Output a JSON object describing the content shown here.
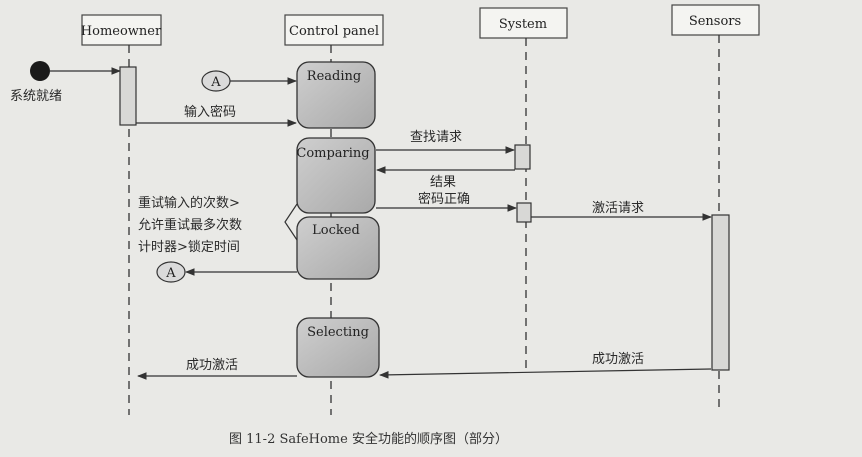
{
  "lifelines": {
    "homeowner": "Homeowner",
    "control_panel": "Control panel",
    "system": "System",
    "sensors": "Sensors"
  },
  "start_label": "系统就绪",
  "states": {
    "reading": "Reading",
    "comparing": "Comparing",
    "locked": "Locked",
    "selecting": "Selecting"
  },
  "connector": "A",
  "messages": {
    "input_password": "输入密码",
    "lookup_request": "查找请求",
    "result": "结果",
    "password_correct": "密码正确",
    "activation_request": "激活请求",
    "activation_success_sensors": "成功激活",
    "activation_success_homeowner": "成功激活"
  },
  "guard": {
    "line1": "重试输入的次数>",
    "line2": "允许重试最多次数",
    "line3": "计时器>锁定时间"
  },
  "caption": "图 11-2    SafeHome 安全功能的顺序图（部分）"
}
